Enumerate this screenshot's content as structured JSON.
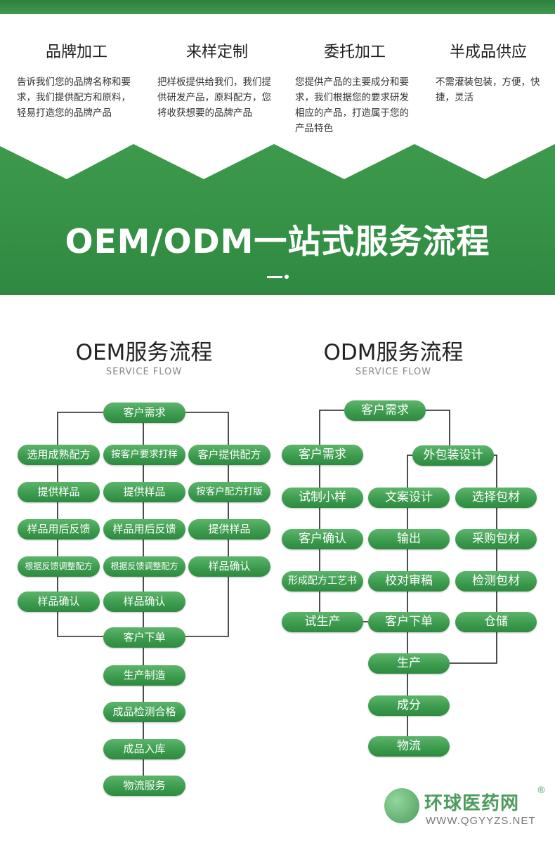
{
  "services": [
    {
      "title": "品牌加工",
      "desc": "告诉我们您的品牌名称和要求，我们提供配方和原料，轻易打造您的品牌产品"
    },
    {
      "title": "来样定制",
      "desc": "把样板提供给我们，我们提供研发产品，原料配方，您将收获想要的品牌产品"
    },
    {
      "title": "委托加工",
      "desc": "您提供产品的主要成分和要求，我们根据您的要求研发相应的产品，打造属于您的产品特色"
    },
    {
      "title": "半成品供应",
      "desc": "不需灌装包装，方便，快捷，灵活"
    }
  ],
  "banner": {
    "title": "OEM/ODM一站式服务流程"
  },
  "oem": {
    "title": "OEM服务流程",
    "subtitle": "SERVICE FLOW",
    "top": "客户需求",
    "col1": [
      "选用成熟配方",
      "提供样品",
      "样品用后反馈",
      "根据反馈调整配方",
      "样品确认"
    ],
    "col2": [
      "按客户要求打样",
      "提供样品",
      "样品用后反馈",
      "根据反馈调整配方",
      "样品确认"
    ],
    "col3": [
      "客户提供配方",
      "按客户配方打版",
      "提供样品",
      "样品确认"
    ],
    "bottom": [
      "客户下单",
      "生产制造",
      "成品检测合格",
      "成品入库",
      "物流服务"
    ]
  },
  "odm": {
    "title": "ODM服务流程",
    "subtitle": "SERVICE FLOW",
    "top": "客户需求",
    "left": [
      "客户需求",
      "试制小样",
      "客户确认",
      "形成配方工艺书",
      "试生产"
    ],
    "pack_top": "外包装设计",
    "mid": [
      "文案设计",
      "输出",
      "校对审稿",
      "客户下单"
    ],
    "right": [
      "选择包材",
      "采购包材",
      "检测包材",
      "仓储"
    ],
    "bottom": [
      "生产",
      "成分",
      "物流"
    ]
  },
  "watermark": {
    "name": "环球医药网",
    "url": "WWW.QGYYZS.NET",
    "reg": "®"
  }
}
